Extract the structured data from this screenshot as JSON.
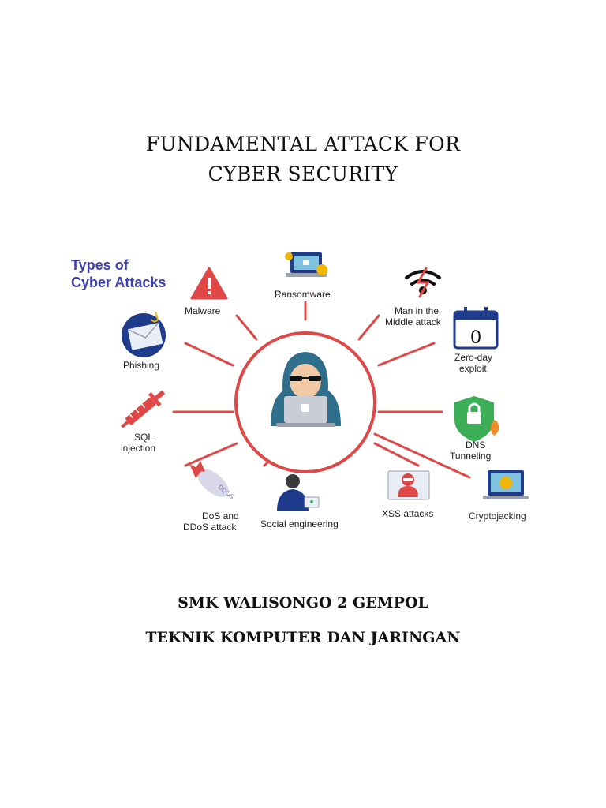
{
  "document": {
    "title_line1": "FUNDAMENTAL ATTACK FOR",
    "title_line2": "CYBER SECURITY",
    "school": "SMK WALISONGO 2 GEMPOL",
    "department": "TEKNIK KOMPUTER DAN JARINGAN"
  },
  "diagram": {
    "heading_line1": "Types of",
    "heading_line2": "Cyber Attacks",
    "labels": {
      "malware": "Malware",
      "ransomware": "Ransomware",
      "mitm_line1": "Man in the",
      "mitm_line2": "Middle attack",
      "zero_day_line1": "Zero-day",
      "zero_day_line2": "exploit",
      "zero_day_number": "0",
      "phishing": "Phishing",
      "sql_line1": "SQL",
      "sql_line2": "injection",
      "dns_line1": "DNS",
      "dns_line2": "Tunneling",
      "dos_line1": "DoS and",
      "dos_line2": "DDoS attack",
      "ddos_tag": "DDOS",
      "social": "Social engineering",
      "xss": "XSS attacks",
      "crypto": "Cryptojacking"
    },
    "colors": {
      "accent_red": "#e04848",
      "heading_blue": "#3b3fb0",
      "hood_teal": "#2f6f8c",
      "navy": "#1f3b8c",
      "green": "#3cae57"
    }
  }
}
